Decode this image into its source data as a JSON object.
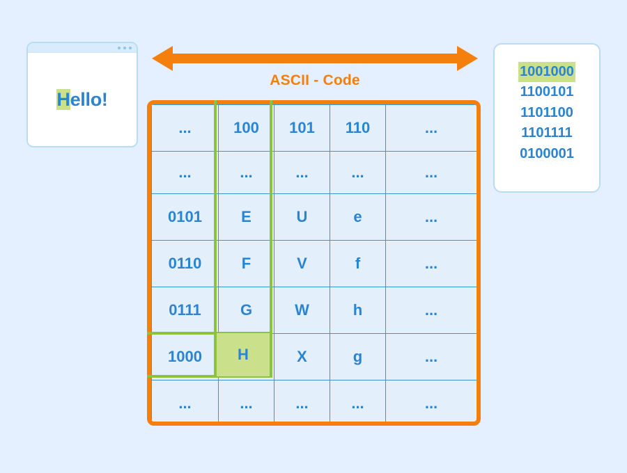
{
  "background_color": "#e4efff",
  "colors": {
    "accent_orange": "#f57f0c",
    "blue_text": "#2a84d2",
    "header_fill": "#a8cfef",
    "cell_fill": "#e3f0fb",
    "highlight_green": "#cbe08a",
    "highlight_green_border": "#8cc23c",
    "panel_border": "#b9dcf5"
  },
  "browser_window": {
    "name": "browser-preview",
    "dots": [
      "dot-1",
      "dot-2",
      "dot-3"
    ],
    "text_highlighted": "H",
    "text_rest": "ello!"
  },
  "arrow": {
    "icon": "double-headed-arrow-icon",
    "label": "ASCII - Code"
  },
  "table": {
    "headers": [
      "...",
      "100",
      "101",
      "110",
      "..."
    ],
    "rows": [
      {
        "label": "...",
        "cells": [
          "...",
          "...",
          "...",
          "..."
        ]
      },
      {
        "label": "0101",
        "cells": [
          "E",
          "U",
          "e",
          "..."
        ]
      },
      {
        "label": "0110",
        "cells": [
          "F",
          "V",
          "f",
          "..."
        ]
      },
      {
        "label": "0111",
        "cells": [
          "G",
          "W",
          "h",
          "..."
        ]
      },
      {
        "label": "1000",
        "cells": [
          "H",
          "X",
          "g",
          "..."
        ]
      },
      {
        "label": "...",
        "cells": [
          "...",
          "...",
          "...",
          "..."
        ]
      }
    ],
    "highlighted_cell": {
      "row_label": "1000",
      "column_header": "100",
      "value": "H"
    }
  },
  "binary_panel": {
    "lines": [
      "1001000",
      "1100101",
      "1101100",
      "1101111",
      "0100001"
    ],
    "highlighted_index": 0
  }
}
